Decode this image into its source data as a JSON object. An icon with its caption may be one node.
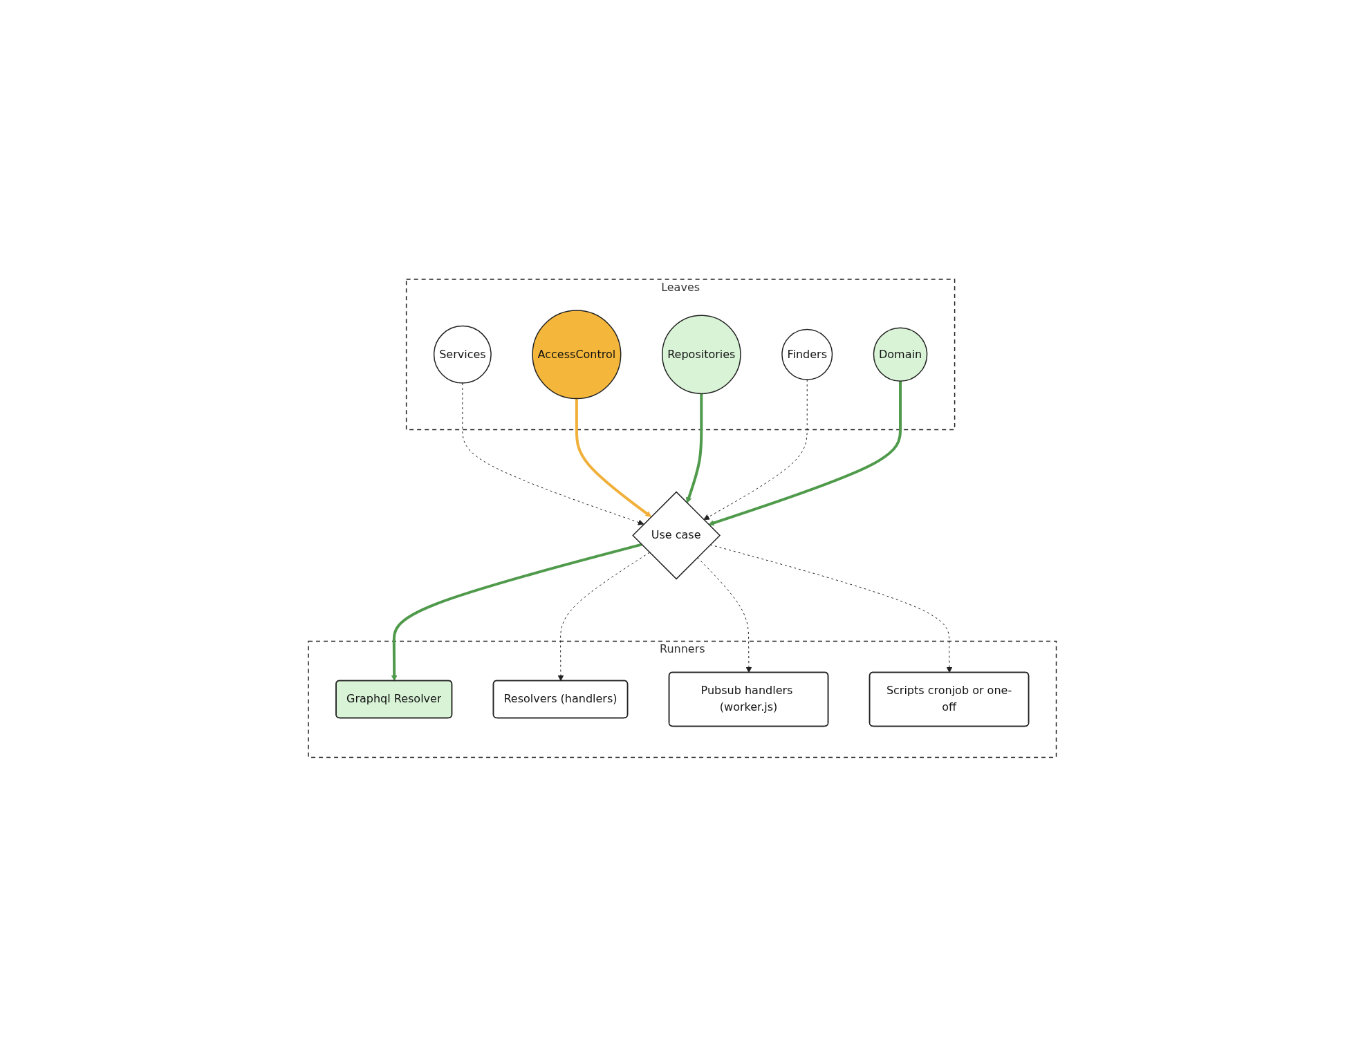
{
  "diagram": {
    "nodes": [
      {
        "text": [
          "Leaves"
        ]
      },
      {
        "text": [
          "AccessControl"
        ],
        "in": 0
      },
      {
        "text": [
          "Repositories"
        ],
        "in": 0
      },
      {
        "text": [
          "Finders"
        ],
        "in": 0
      },
      {
        "text": [
          "Domain"
        ],
        "in": 0
      },
      {
        "text": [
          "Services"
        ],
        "in": 0
      },
      {
        "text": [
          "Use case"
        ]
      },
      {
        "text": [
          "Runners"
        ]
      },
      {
        "text": [
          "Graphql Resolver"
        ],
        "in": 7
      },
      {
        "text": [
          "Resolvers (handlers)"
        ],
        "in": 7
      },
      {
        "text": [
          "Pubsub handlers (worker.js)"
        ],
        "in": 7
      },
      {
        "text": [
          "Scripts cronjob or one-off"
        ],
        "in": 7
      }
    ],
    "edges": [
      {
        "from": 5,
        "to": 6,
        "arrow": "to",
        "style": "dashed"
      },
      {
        "from": 1,
        "to": 6,
        "arrow": "to",
        "style": "thick",
        "color": "#f0b03a"
      },
      {
        "from": 2,
        "to": 6,
        "arrow": "to",
        "style": "thick",
        "color": "#4f9a4b"
      },
      {
        "from": 3,
        "to": 6,
        "arrow": "to",
        "style": "dashed"
      },
      {
        "from": 4,
        "to": 6,
        "arrow": "to",
        "style": "thick",
        "color": "#4f9a4b"
      },
      {
        "from": 6,
        "to": 8,
        "arrow": "to",
        "style": "thick",
        "color": "#4f9a4b"
      },
      {
        "from": 6,
        "to": 9,
        "arrow": "to",
        "style": "dashed"
      },
      {
        "from": 6,
        "to": 10,
        "arrow": "to",
        "style": "dashed"
      },
      {
        "from": 6,
        "to": 11,
        "arrow": "to",
        "style": "dashed"
      }
    ]
  }
}
